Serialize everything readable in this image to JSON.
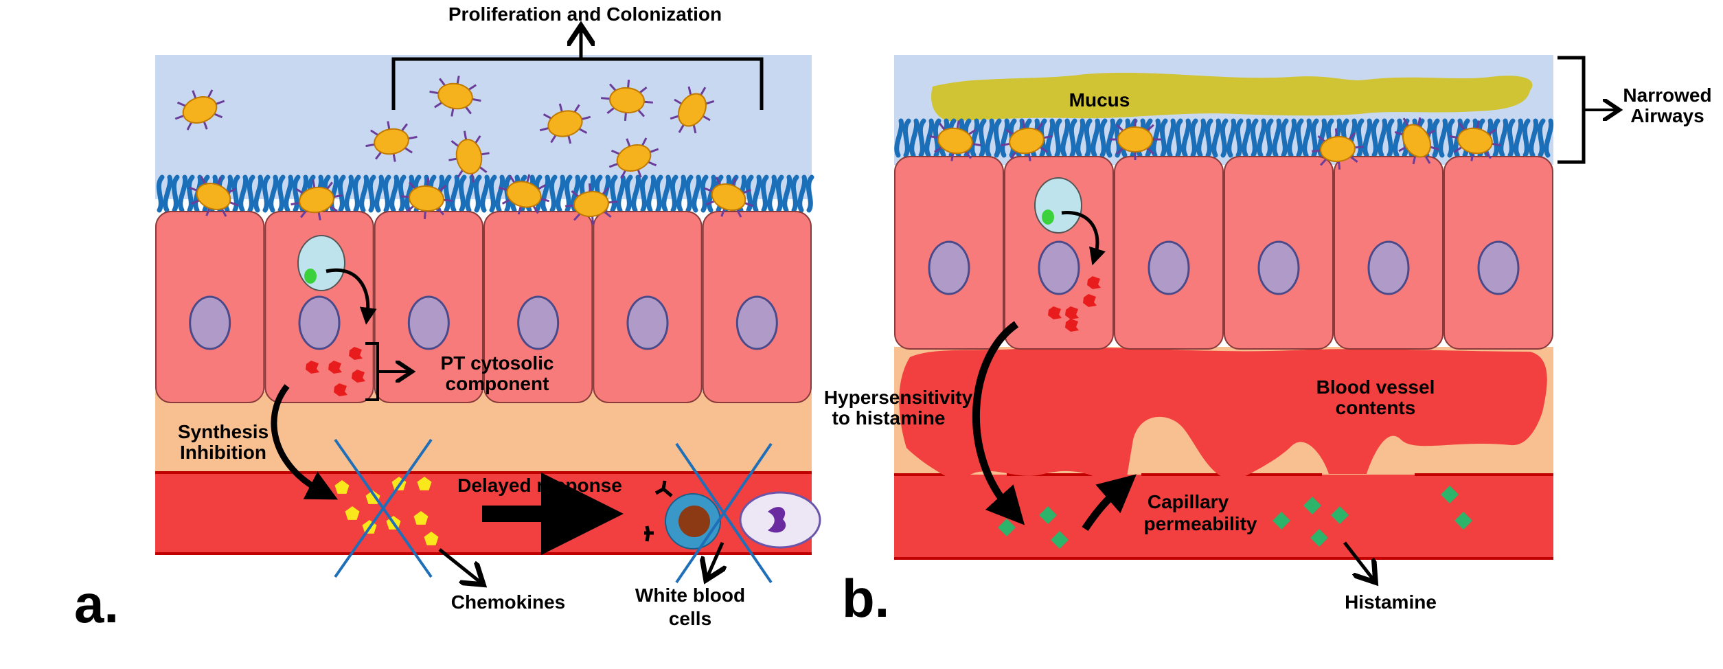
{
  "panel_a": {
    "letter": "a.",
    "proliferation": "Proliferation and Colonization",
    "pt_cytosolic_1": "PT cytosolic",
    "pt_cytosolic_2": "component",
    "synthesis_1": "Synthesis",
    "synthesis_2": "Inhibition",
    "delayed": "Delayed response",
    "chemokines": "Chemokines",
    "wbc_1": "White blood",
    "wbc_2": "cells"
  },
  "panel_b": {
    "letter": "b.",
    "mucus": "Mucus",
    "narrowed_1": "Narrowed",
    "narrowed_2": "Airways",
    "hyper_1": "Hypersensitivity",
    "hyper_2": "to histamine",
    "blood_1": "Blood vessel",
    "blood_2": "contents",
    "cap_1": "Capillary",
    "cap_2": "permeability",
    "histamine": "Histamine"
  },
  "colors": {
    "airway": "#c8d8f0",
    "cilia": "#1a6fb8",
    "cell": "#f77b7b",
    "nucleus": "#b09ac8",
    "submucosa": "#f8c090",
    "vessel": "#f23f3f",
    "bacterium": "#f5b21c",
    "flagella": "#6a3d9a",
    "toxin": "#e81c1c",
    "chemokine": "#f8e81c",
    "histamine": "#2db36a",
    "mucus": "#d0c434",
    "cross": "#1f6fb8"
  }
}
